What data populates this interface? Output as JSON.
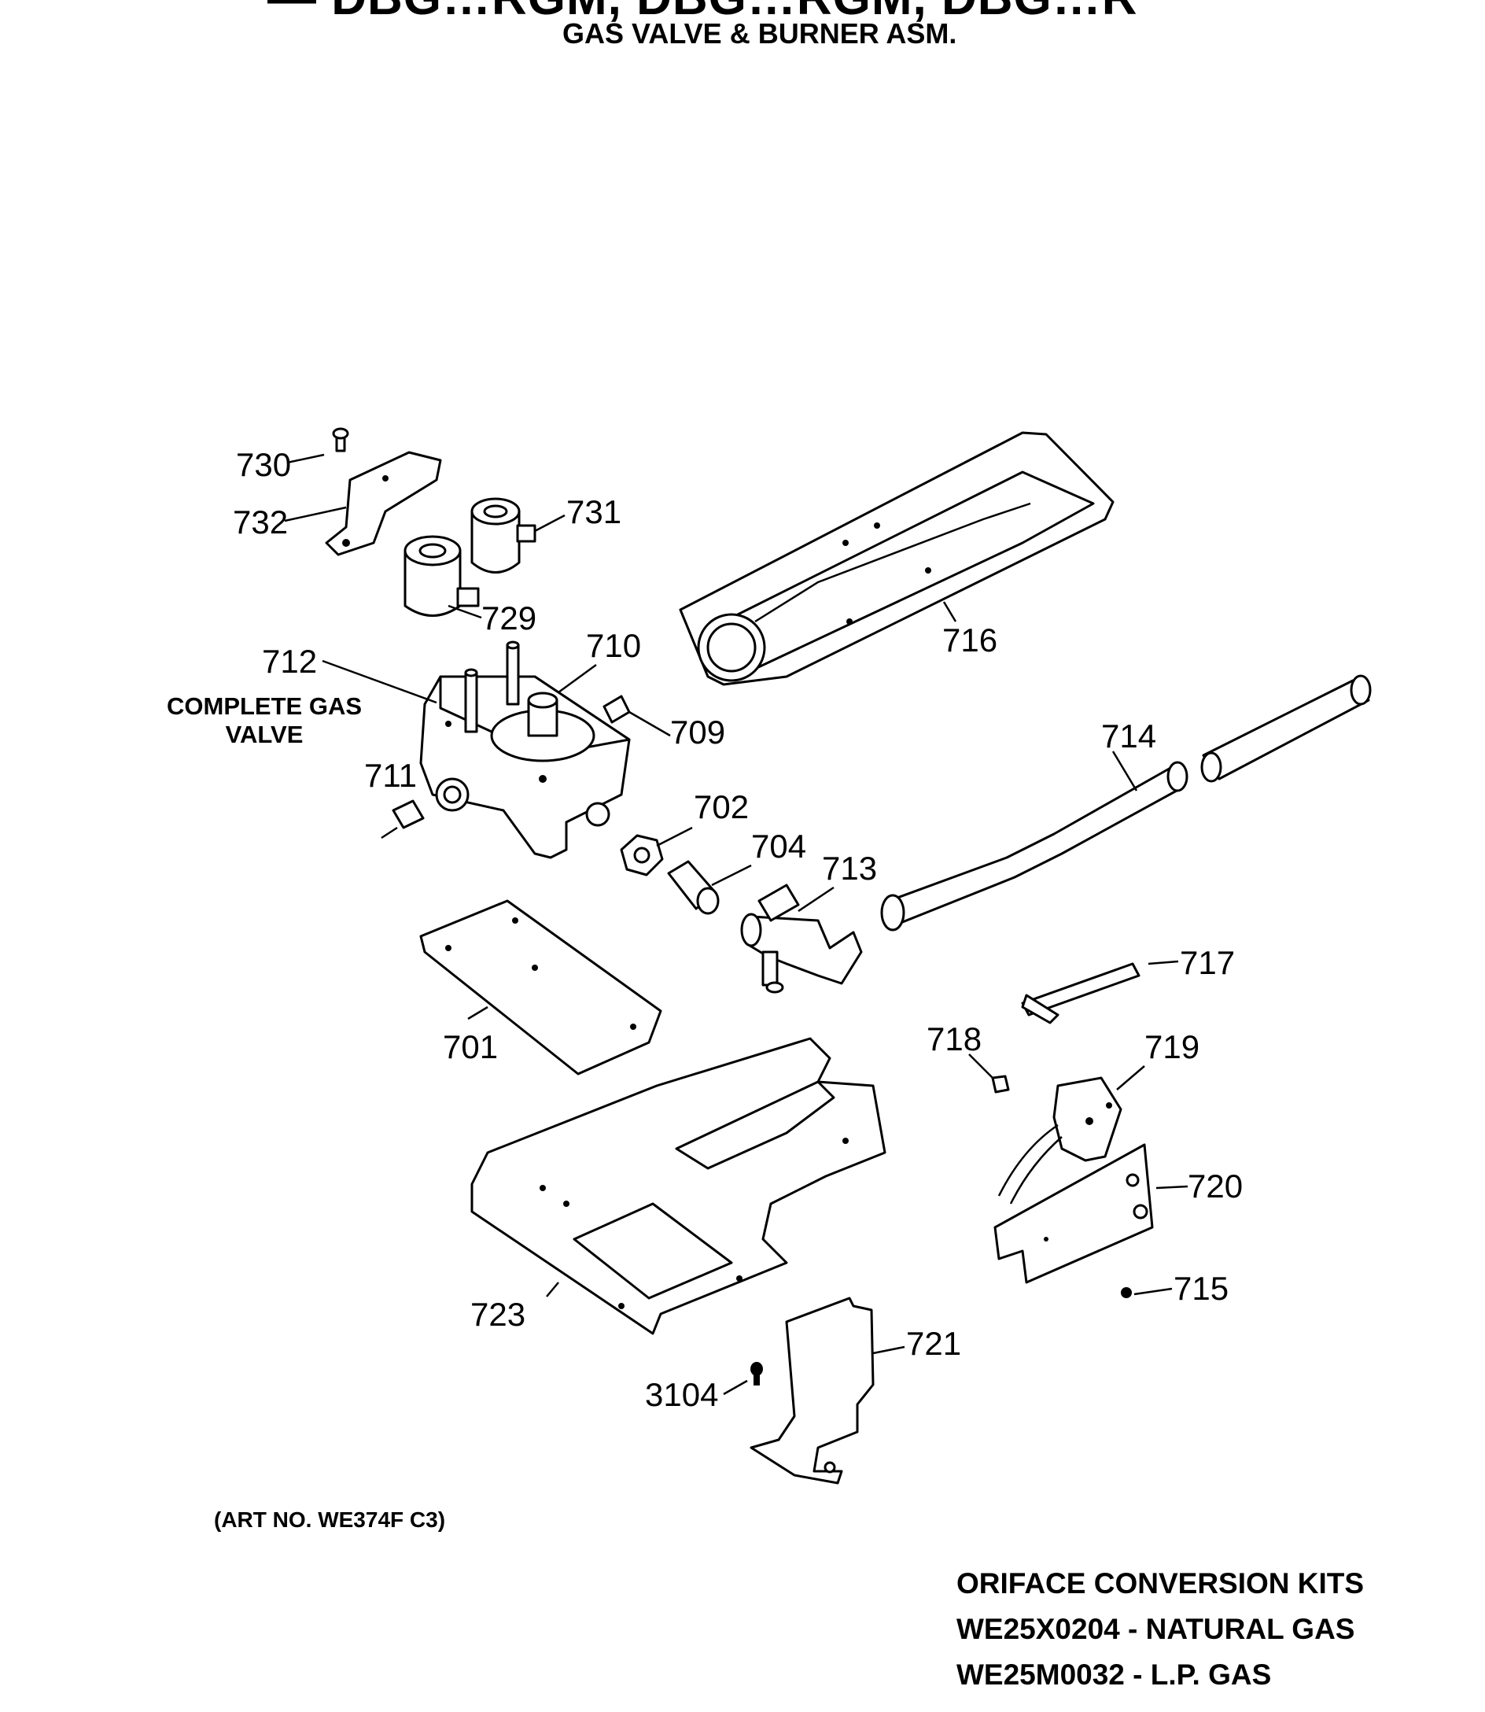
{
  "header": {
    "model_line": "— DBG…RGM, DBG…RGM, DBG…R",
    "title": "GAS VALVE & BURNER ASM."
  },
  "complete_gas_valve": [
    "COMPLETE GAS",
    "VALVE"
  ],
  "art_no": "(ART NO. WE374F C3)",
  "conversion_kits": {
    "heading": "ORIFACE CONVERSION KITS",
    "items": [
      "WE25X0204 - NATURAL GAS",
      "WE25M0032 - L.P. GAS"
    ]
  },
  "part_labels": {
    "730": "730",
    "732": "732",
    "731": "731",
    "729": "729",
    "712": "712",
    "710": "710",
    "709": "709",
    "711": "711",
    "702": "702",
    "704": "704",
    "713": "713",
    "714": "714",
    "716": "716",
    "701": "701",
    "717": "717",
    "718": "718",
    "719": "719",
    "720": "720",
    "723": "723",
    "715": "715",
    "721": "721",
    "3104": "3104"
  }
}
